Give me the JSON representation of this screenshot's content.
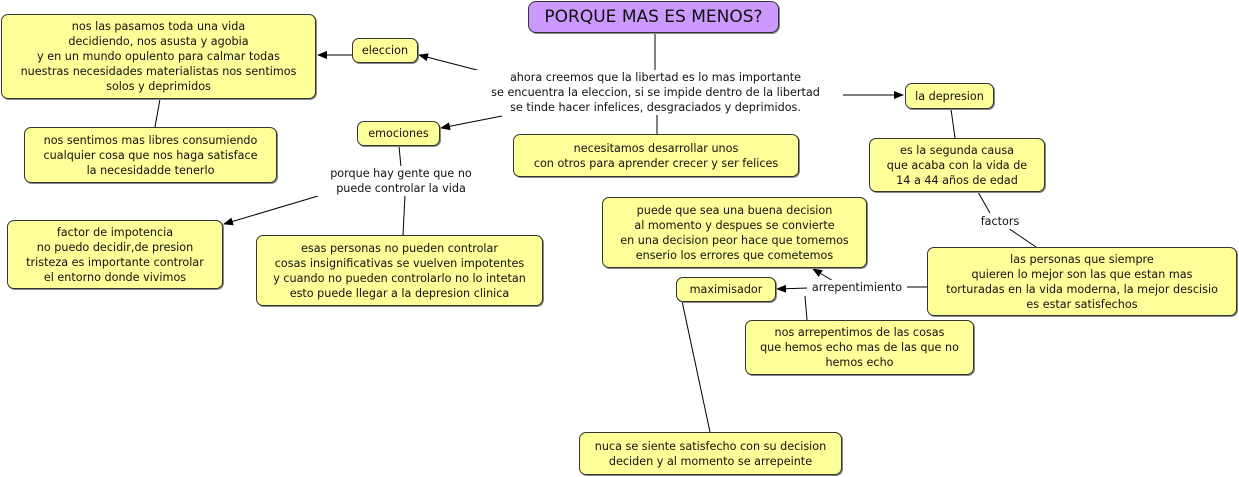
{
  "title": "PORQUE MAS ES MENOS?",
  "colors": {
    "concept": "#ffff99",
    "title": "#cc99ff",
    "line": "#000000"
  },
  "concepts": {
    "eleccion": "eleccion",
    "eleccion_desc": "nos las pasamos toda una vida\ndecidiendo, nos asusta y agobia\ny en un mundo opulento para calmar todas\nnuestras necesidades materialistas nos sentimos\nsolos y deprimidos",
    "libres": "nos sentimos mas libres consumiendo\ncualquier cosa  que nos haga satisface\nla necesidadde tenerlo",
    "emociones": "emociones",
    "necesitamos": "necesitamos desarrollar unos\ncon otros  para aprender  crecer y ser felices",
    "depresion": "la depresion",
    "segunda_causa": "es la segunda causa\nque acaba con la vida de\n14 a 44 años de edad",
    "personas_siempre": "las personas que siempre\nquieren lo mejor son las que estan mas\ntorturadas en la vida moderna, la mejor descisio\nes estar satisfechos",
    "buena_decision": "puede que sea una buena decision\nal momento y despues se convierte\nen una decision peor hace que tomemos\nenserio los errores que cometemos",
    "maximisador": "maximisador",
    "arrepentimos": "nos arrepentimos de las cosas\nque hemos echo mas de las que no\nhemos echo",
    "nuca": "nuca se siente satisfecho con su decision\ndeciden y al momento se arrepeinte",
    "impotencia": "factor de impotencia\nno puedo decidir,de presion\ntristeza  es importante controlar\nel entorno donde vivimos",
    "esas_personas": "esas personas no pueden controlar\ncosas insignificativas  se vuelven impotentes\ny cuando no pueden controlarlo no lo intetan\nesto puede llegar a la depresion clinica"
  },
  "linking_phrases": {
    "libertad": "ahora creemos que la libertad es lo mas importante\nse encuentra la eleccion, si se impide dentro de la libertad\nse tinde hacer infelices, desgraciados y deprimidos.",
    "porque_hay": "porque hay  gente que no\npuede controlar la vida",
    "factors": "factors",
    "arrepentimiento": "arrepentimiento"
  }
}
